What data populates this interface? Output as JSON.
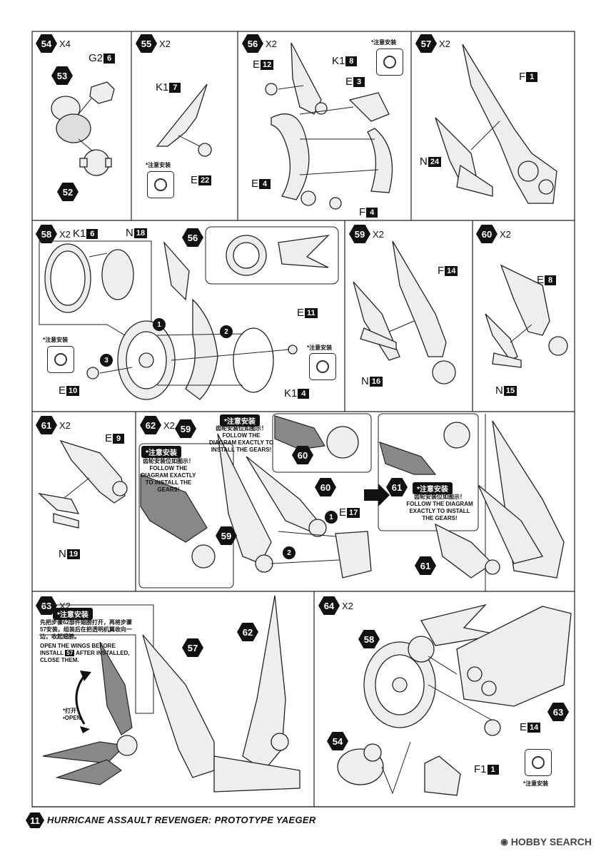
{
  "steps": {
    "s54": {
      "num": "54",
      "mult": "X4"
    },
    "s55": {
      "num": "55",
      "mult": "X2"
    },
    "s56": {
      "num": "56",
      "mult": "X2"
    },
    "s57": {
      "num": "57",
      "mult": "X2"
    },
    "s58": {
      "num": "58",
      "mult": "X2"
    },
    "s59": {
      "num": "59",
      "mult": "X2"
    },
    "s60": {
      "num": "60",
      "mult": "X2"
    },
    "s61": {
      "num": "61",
      "mult": "X2"
    },
    "s62": {
      "num": "62",
      "mult": "X2"
    },
    "s63": {
      "num": "63",
      "mult": "X2"
    },
    "s64": {
      "num": "64",
      "mult": "X2"
    }
  },
  "parts": {
    "p54_g2": {
      "letter": "G2",
      "num": "6"
    },
    "p54_sub53": "53",
    "p54_sub52": "52",
    "p55_k1": {
      "letter": "K1",
      "num": "7"
    },
    "p55_e": {
      "letter": "E",
      "num": "22"
    },
    "p56_e12": {
      "letter": "E",
      "num": "12"
    },
    "p56_k1": {
      "letter": "K1",
      "num": "8"
    },
    "p56_e3": {
      "letter": "E",
      "num": "3"
    },
    "p56_e4": {
      "letter": "E",
      "num": "4"
    },
    "p56_f4": {
      "letter": "F",
      "num": "4"
    },
    "p57_f": {
      "letter": "F",
      "num": "1"
    },
    "p57_n": {
      "letter": "N",
      "num": "24"
    },
    "p58_k1": {
      "letter": "K1",
      "num": "6"
    },
    "p58_n": {
      "letter": "N",
      "num": "18"
    },
    "p58_sub": "56",
    "p58_e11": {
      "letter": "E",
      "num": "11"
    },
    "p58_e10": {
      "letter": "E",
      "num": "10"
    },
    "p58_k14": {
      "letter": "K1",
      "num": "4"
    },
    "p59_f": {
      "letter": "F",
      "num": "14"
    },
    "p59_n": {
      "letter": "N",
      "num": "16"
    },
    "p60_e": {
      "letter": "E",
      "num": "8"
    },
    "p60_n": {
      "letter": "N",
      "num": "15"
    },
    "p61_e": {
      "letter": "E",
      "num": "9"
    },
    "p61_n": {
      "letter": "N",
      "num": "19"
    },
    "p62_sub59": "59",
    "p62_sub60": "60",
    "p62_e": {
      "letter": "E",
      "num": "17"
    },
    "p62_sub61": "61",
    "p63_sub62": "62",
    "p63_sub57": "57",
    "p64_sub58": "58",
    "p64_sub63": "63",
    "p64_sub54": "54",
    "p64_e": {
      "letter": "E",
      "num": "14"
    },
    "p64_f": {
      "letter": "F1",
      "num": "1"
    }
  },
  "notes": {
    "attention": "*注意安装",
    "gear_cn": "齿轮安装位如图示！",
    "gear_en": "FOLLOW THE DIAGRAM EXACTLY TO INSTALL THE GEARS!",
    "wings_cn": "先把步骤62部件翅膀打开，再将步骤57安装，组装后在把透明机翼收向一边，收起翅膀。",
    "wings_en_a": "OPEN THE WINGS BEFORE INSTALL",
    "wings_en_ref": "57",
    "wings_en_b": "AFTER INSTALLED, CLOSE THEM.",
    "open_cn": "*打开",
    "open_en": "•OPEN"
  },
  "callouts": {
    "one": "1",
    "two": "2",
    "three": "3"
  },
  "footer": {
    "page": "11",
    "title": "HURRICANE ASSAULT REVENGER: PROTOTYPE YAEGER",
    "brand": "HOBBY SEARCH"
  }
}
